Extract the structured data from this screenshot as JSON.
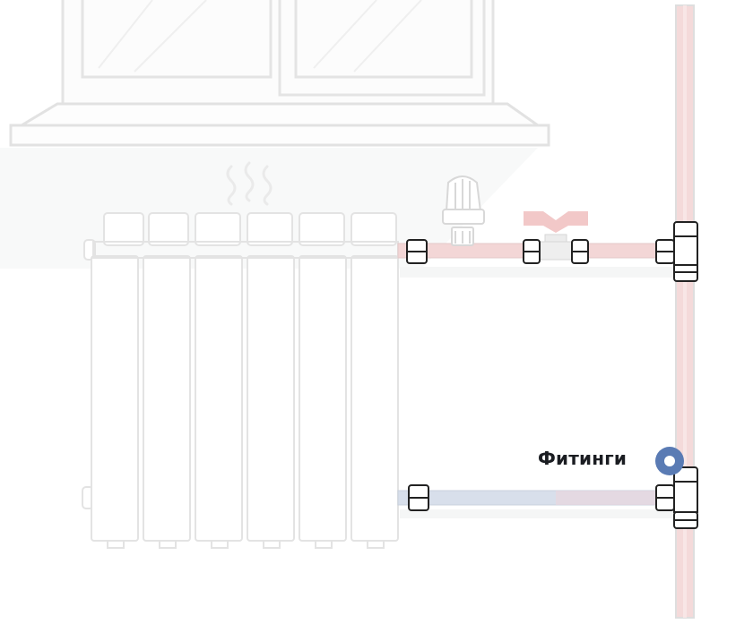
{
  "hotspots": [
    {
      "id": "fittings",
      "label": "Фитинги"
    }
  ],
  "colors": {
    "outline_light": "#e2e2e2",
    "hot_pipe": "#f3d6d6",
    "cold_pipe": "#d6dde9",
    "fitting_stroke": "#222222",
    "valve_handle": "#f2c8c8",
    "hotspot": "#5a7bb4"
  },
  "icons": [
    "window",
    "radiator",
    "heat-wave-icon",
    "thermostatic-head",
    "ball-valve",
    "tee-fitting",
    "union-fitting"
  ]
}
